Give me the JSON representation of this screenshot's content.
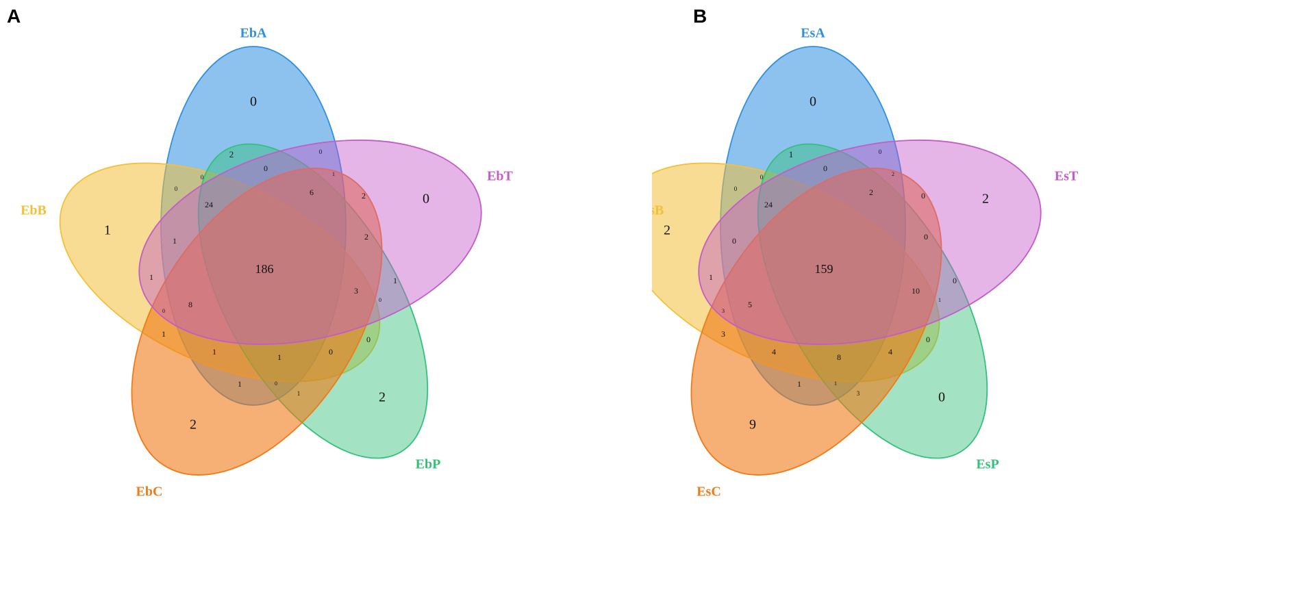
{
  "colors": {
    "blue": "#2f8fe0",
    "magenta": "#c45cc7",
    "green": "#33c17a",
    "orange": "#f07a17",
    "yellow": "#f3c03a"
  },
  "panels": [
    {
      "letter": "A",
      "sets": {
        "blue": "EbA",
        "magenta": "EbT",
        "yellow": "EbB",
        "green": "EbP",
        "orange": "EbC"
      },
      "counts": [
        "0",
        "0",
        "1",
        "2",
        "2",
        "2",
        "0",
        "0",
        "0",
        "24",
        "0",
        "1",
        "6",
        "2",
        "2",
        "186",
        "1",
        "1",
        "1",
        "3",
        "0",
        "8",
        "0",
        "1",
        "1",
        "1",
        "0",
        "0",
        "1",
        "0",
        "1"
      ]
    },
    {
      "letter": "B",
      "sets": {
        "blue": "EsA",
        "magenta": "EsT",
        "yellow": "EsB",
        "green": "EsP",
        "orange": "EsC"
      },
      "counts": [
        "0",
        "2",
        "2",
        "0",
        "9",
        "1",
        "0",
        "0",
        "0",
        "24",
        "0",
        "2",
        "2",
        "0",
        "0",
        "159",
        "1",
        "0",
        "0",
        "10",
        "1",
        "5",
        "3",
        "3",
        "4",
        "8",
        "4",
        "0",
        "1",
        "1",
        "3"
      ]
    }
  ]
}
